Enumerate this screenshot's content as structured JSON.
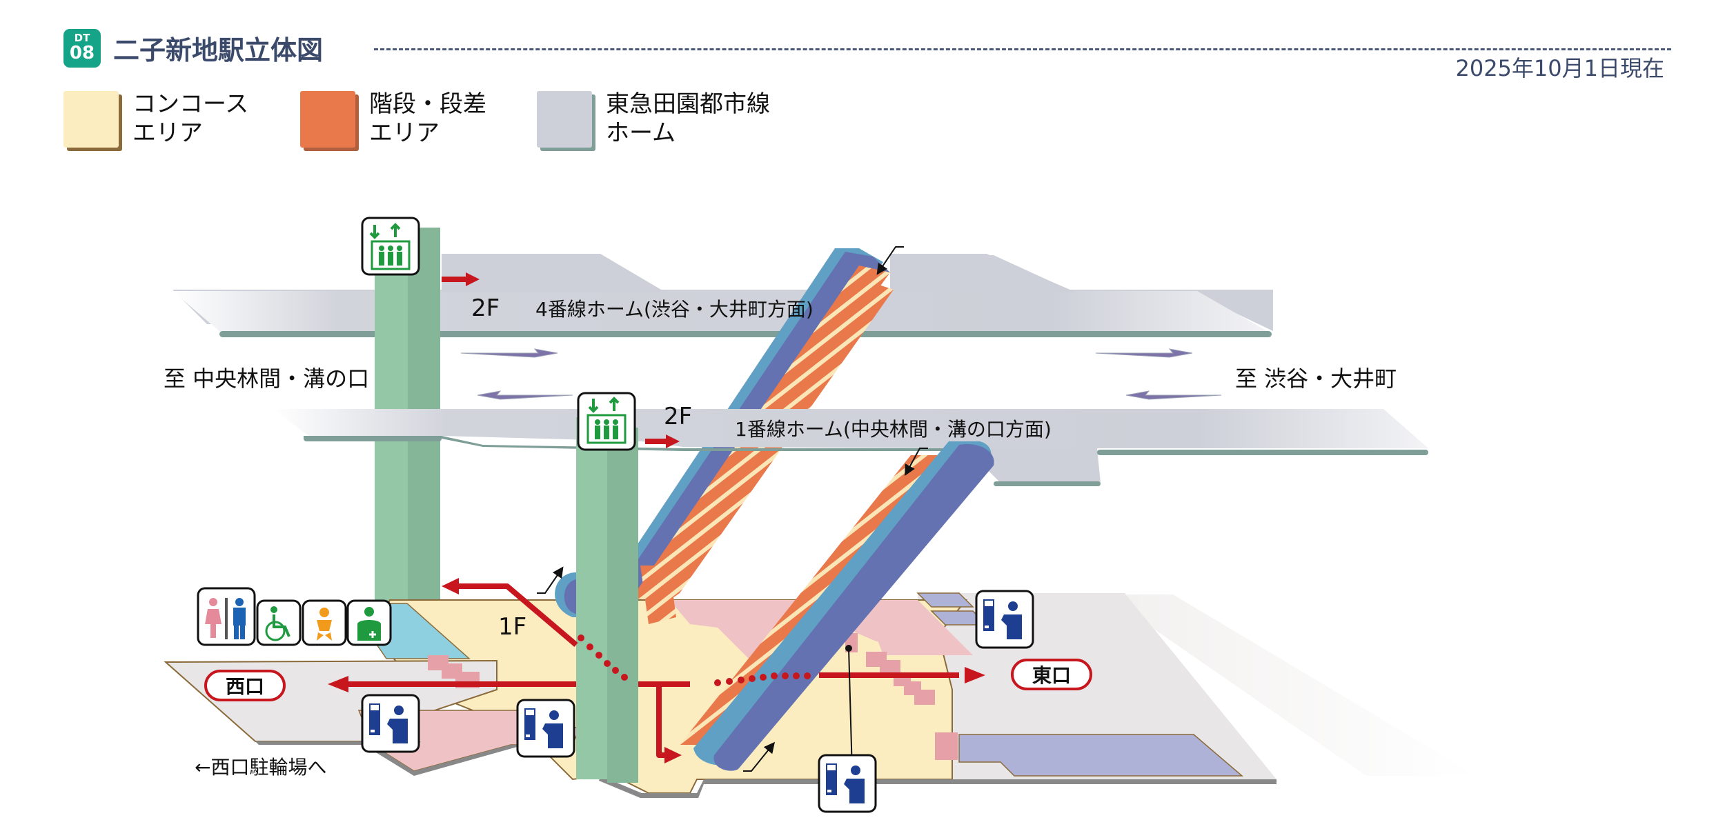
{
  "header": {
    "line_code_top": "DT",
    "line_code_num": "08",
    "title": "二子新地駅立体図",
    "as_of_date": "2025年10月1日現在",
    "badge_color": "#16a488"
  },
  "legend": [
    {
      "label": "コンコース\nエリア",
      "color": "#fbedc0",
      "edge": "#8a6a3a"
    },
    {
      "label": "階段・段差\nエリア",
      "color": "#e9784a",
      "edge": "#b0603e"
    },
    {
      "label": "東急田園都市線\nホーム",
      "color": "#cdd0d8",
      "edge": "#7f9e98"
    }
  ],
  "map": {
    "platform_upper": {
      "floor": "2F",
      "label": "4番線ホーム(渋谷・大井町方面)"
    },
    "platform_lower": {
      "floor": "2F",
      "label": "1番線ホーム(中央林間・溝の口方面)"
    },
    "direction_left": "至 中央林間・溝の口",
    "direction_right": "至 渋谷・大井町",
    "concourse_floor": "1F",
    "exit_west": "西口",
    "exit_east": "東口",
    "bicycle_parking_note": "←西口駐輪場へ",
    "icons": {
      "elevator": "elevator-icon",
      "restroom": "restroom-icon",
      "wheelchair": "wheelchair-icon",
      "baby": "baby-care-icon",
      "ostomate": "ostomate-icon",
      "ticket_machine": "ticket-machine-icon"
    },
    "colors": {
      "concourse": "#fbedc0",
      "stairs": "#e9784a",
      "platform": "#cdd0d8",
      "platform_edge": "#7f9e98",
      "elevator_shaft": "#93c7a6",
      "escalator": "#6472b2",
      "escalator_light": "#5fa0c4",
      "route": "#c8161e",
      "gate_area": "#efc3c6",
      "exit_floor": "#e8e6e6",
      "lavatory": "#8fd0e0",
      "lilac": "#aeb2d6"
    }
  }
}
